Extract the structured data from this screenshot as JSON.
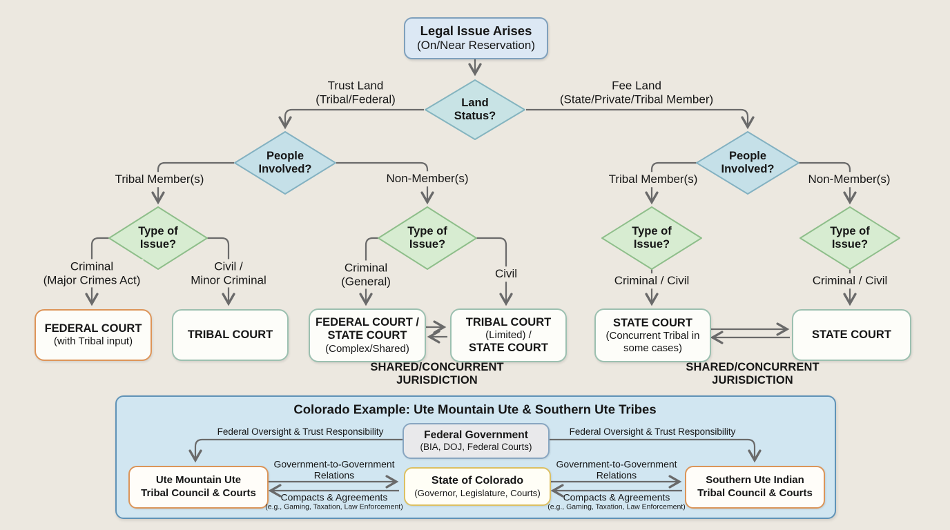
{
  "colors": {
    "background": "#ece8e0",
    "start_box_fill": "#dce8f4",
    "start_box_border": "#7fa0bc",
    "land_people_diamond_fill": "#c8e3e5",
    "land_people_diamond_border": "#84b4bf",
    "type_issue_diamond_fill": "#d7ecd1",
    "type_issue_diamond_border": "#8ebe8a",
    "outcome_border_teal": "#9cc0b0",
    "outcome_border_orange": "#dd9458",
    "connector_gray": "#6a6a6a",
    "panel_fill": "#d1e6f1",
    "panel_border": "#6093b7",
    "federal_gov_fill": "#e9e9eb",
    "state_colorado_border": "#dcc062",
    "tribal_box_border": "#db9559"
  },
  "flowchart": {
    "start": {
      "line1": "Legal Issue Arises",
      "line2": "(On/Near Reservation)"
    },
    "land_status": {
      "line1": "Land",
      "line2": "Status?"
    },
    "branch_trust": {
      "line1": "Trust Land",
      "line2": "(Tribal/Federal)"
    },
    "branch_fee": {
      "line1": "Fee Land",
      "line2": "(State/Private/Tribal Member)"
    },
    "people_left": {
      "line1": "People",
      "line2": "Involved?"
    },
    "people_right": {
      "line1": "People",
      "line2": "Involved?"
    },
    "type_of_issue_1": {
      "line1": "Type of",
      "line2": "Issue?"
    },
    "type_of_issue_2": {
      "line1": "Type of",
      "line2": "Issue?"
    },
    "type_of_issue_3": {
      "line1": "Type of",
      "line2": "Issue?"
    },
    "type_of_issue_4": {
      "line1": "Type of",
      "line2": "Issue?"
    },
    "labels": {
      "tribal_member_left": "Tribal Member(s)",
      "non_member_left": "Non-Member(s)",
      "tribal_member_right": "Tribal Member(s)",
      "non_member_right": "Non-Member(s)",
      "criminal_mca_1": "Criminal",
      "criminal_mca_2": "(Major Crimes Act)",
      "civil_minor_1": "Civil /",
      "civil_minor_2": "Minor Criminal",
      "criminal_general_1": "Criminal",
      "criminal_general_2": "(General)",
      "civil": "Civil",
      "criminal_civil_left": "Criminal / Civil",
      "criminal_civil_right": "Criminal / Civil"
    },
    "outcomes": {
      "federal_court": {
        "line1": "FEDERAL COURT",
        "line2": "(with Tribal input)"
      },
      "tribal_court": {
        "line1": "TRIBAL COURT"
      },
      "federal_state_court": {
        "line1": "FEDERAL COURT /",
        "line2": "STATE COURT",
        "line3": "(Complex/Shared)"
      },
      "tribal_state_court": {
        "line1": "TRIBAL COURT",
        "line2": "(Limited) /",
        "line3": "STATE COURT"
      },
      "state_court_concurrent": {
        "line1": "STATE COURT",
        "line2": "(Concurrent Tribal in",
        "line3": "some cases)"
      },
      "state_court": {
        "line1": "STATE COURT"
      }
    },
    "shared_left": {
      "line1": "SHARED/CONCURRENT",
      "line2": "JURISDICTION"
    },
    "shared_right": {
      "line1": "SHARED/CONCURRENT",
      "line2": "JURISDICTION"
    }
  },
  "colorado_panel": {
    "title": "Colorado Example: Ute Mountain Ute & Southern Ute Tribes",
    "federal_government": {
      "line1": "Federal Government",
      "line2": "(BIA, DOJ, Federal Courts)"
    },
    "ute_mountain": {
      "line1": "Ute Mountain Ute",
      "line2": "Tribal Council & Courts"
    },
    "state_of_colorado": {
      "line1": "State of Colorado",
      "line2": "(Governor, Legislature, Courts)"
    },
    "southern_ute": {
      "line1": "Southern Ute Indian",
      "line2": "Tribal Council & Courts"
    },
    "oversight_left": "Federal Oversight & Trust Responsibility",
    "oversight_right": "Federal Oversight & Trust Responsibility",
    "g2g_left": {
      "line1": "Government-to-Government",
      "line2": "Relations"
    },
    "g2g_right": {
      "line1": "Government-to-Government",
      "line2": "Relations"
    },
    "compacts_left": {
      "line1": "Compacts & Agreements",
      "line2": "(e.g., Gaming, Taxation, Law Enforcement)"
    },
    "compacts_right": {
      "line1": "Compacts & Agreements",
      "line2": "(e.g., Gaming, Taxation, Law Enforcement)"
    }
  }
}
